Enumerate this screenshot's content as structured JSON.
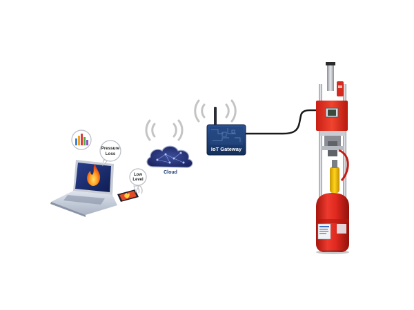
{
  "labels": {
    "pressure_loss": "Pressure Loss",
    "low_level": "Low Level",
    "cloud": "Cloud",
    "gateway": "IoT Gateway"
  },
  "colors": {
    "red": "#e4352c",
    "gateway_blue": "#1f3f73",
    "laptop_screen": "#1a2d6b",
    "cylinder_red": "#d9261c",
    "cable": "#1a1a1a",
    "signal_gray": "#c4c4c4"
  },
  "icons": [
    "bar-chart-icon",
    "flame-icon",
    "wifi-signal-icon",
    "cloud-icon",
    "router-antenna-icon"
  ]
}
